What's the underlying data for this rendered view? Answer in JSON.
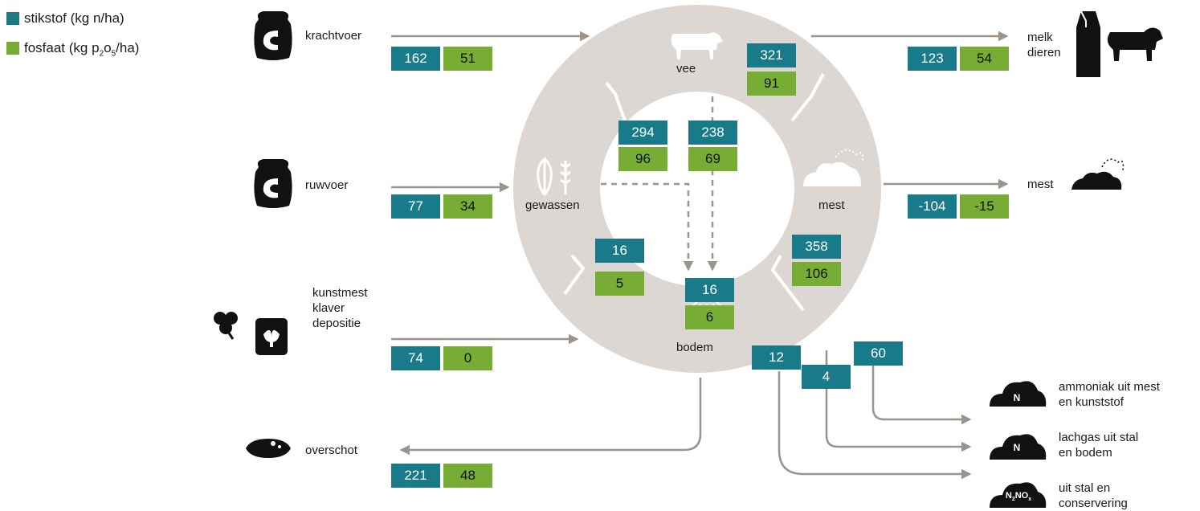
{
  "legend": {
    "nitrogen": {
      "label": "stikstof (kg n/ha)",
      "color": "#197a8a"
    },
    "phosphate": {
      "label_pre": "fosfaat (kg p",
      "sub1": "2",
      "mid": "o",
      "sub2": "5",
      "label_post": "/ha)",
      "color": "#77ad35"
    }
  },
  "cycle": {
    "vee": "vee",
    "gewassen": "gewassen",
    "mest": "mest",
    "bodem": "bodem"
  },
  "inputs": {
    "krachtvoer": {
      "label": "krachtvoer",
      "n": "162",
      "p": "51"
    },
    "ruwvoer": {
      "label": "ruwvoer",
      "n": "77",
      "p": "34"
    },
    "kunstmest": {
      "label": "kunstmest\nklaver\ndepositie",
      "n": "74",
      "p": "0"
    }
  },
  "outputs": {
    "melk": {
      "label": "melk\ndieren",
      "n": "123",
      "p": "54"
    },
    "mest": {
      "label": "mest",
      "n": "-104",
      "p": "-15"
    },
    "overschot": {
      "label": "overschot",
      "n": "221",
      "p": "48"
    }
  },
  "internal": {
    "vee": {
      "n": "321",
      "p": "91"
    },
    "gewassen_vee": {
      "n": "294",
      "p": "96"
    },
    "vee_bodem": {
      "n": "238",
      "p": "69"
    },
    "gewassen_bodem": {
      "n": "16",
      "p": "5"
    },
    "bodem": {
      "n": "16",
      "p": "6"
    },
    "mest_bodem": {
      "n": "358",
      "p": "106"
    }
  },
  "emissions": {
    "conservering": {
      "value": "12",
      "label": "uit stal en\nconservering",
      "cloud": "N2NOx"
    },
    "lachgas": {
      "value": "4",
      "label": "lachgas uit stal\nen bodem",
      "cloud": "N"
    },
    "ammoniak": {
      "value": "60",
      "label": "ammoniak uit mest\nen kunststof",
      "cloud": "N"
    }
  },
  "colors": {
    "ring": "#dcd7d2",
    "arrow": "#9c948c",
    "nitrogen": "#197a8a",
    "phosphate": "#77ad35"
  },
  "icons": [
    "feed-bag-icon",
    "milk-carton-icon",
    "cow-icon",
    "manure-icon",
    "clover-icon",
    "fertilizer-bag-icon",
    "soil-icon",
    "cloud-icon",
    "crop-icon"
  ]
}
